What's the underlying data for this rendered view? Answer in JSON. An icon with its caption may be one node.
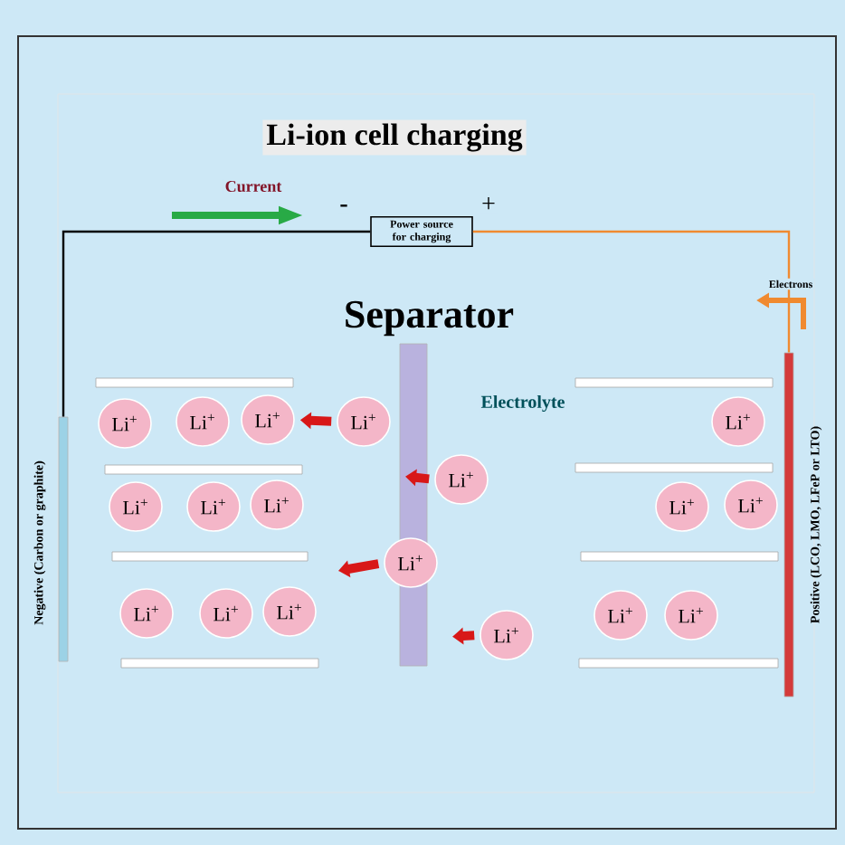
{
  "diagram": {
    "title": "Li-ion cell charging",
    "nodes": [
      {
        "text": [
          "Power source for charging"
        ]
      },
      {
        "text": [
          "Negative (Carbon or graphite)"
        ]
      },
      {
        "text": [
          "Positive (LCO, LMO, LFeP or LTO)"
        ]
      },
      {
        "text": [
          "Li$^{+}$"
        ]
      },
      {
        "text": [
          "Li$^{+}$"
        ]
      },
      {
        "text": [
          "Li$^{+}$"
        ]
      },
      {
        "text": [
          "Li$^{+}$"
        ]
      },
      {
        "text": [
          "Li$^{+}$"
        ]
      },
      {
        "text": [
          "Li$^{+}$"
        ]
      },
      {
        "text": [
          "Li$^{+}$"
        ]
      },
      {
        "text": [
          "Li$^{+}$"
        ]
      },
      {
        "text": [
          "Li$^{+}$"
        ]
      },
      {
        "text": [
          "Li$^{+}$"
        ]
      },
      {
        "text": [
          "Li$^{+}$"
        ]
      },
      {
        "text": [
          "Li$^{+}$"
        ]
      },
      {
        "text": [
          "Li$^{+}$"
        ]
      },
      {
        "text": [
          "Li$^{+}$"
        ]
      },
      {
        "text": [
          "Li$^{+}$"
        ]
      },
      {
        "text": [
          "Li$^{+}$"
        ]
      },
      {
        "text": [
          "Li$^{+}$"
        ]
      },
      {
        "text": [
          "Li$^{+}$"
        ]
      }
    ],
    "edges": [
      {
        "from": 0,
        "to": 1,
        "arrow": "none",
        "color": "#000000"
      },
      {
        "from": 0,
        "to": 2,
        "arrow": "none",
        "color": "#f08a30"
      },
      {
        "from": 6,
        "to": 5,
        "arrow": "to",
        "color": "#d81818"
      },
      {
        "from": 8,
        "to": null,
        "arrow": "to",
        "color": "#d81818"
      },
      {
        "from": 14,
        "to": null,
        "arrow": "to",
        "color": "#d81818"
      },
      {
        "from": 20,
        "to": null,
        "arrow": "to",
        "color": "#d81818"
      }
    ],
    "labels": [
      "Current",
      "-",
      "+",
      "Separator",
      "Electrolyte",
      "Electrons"
    ]
  }
}
